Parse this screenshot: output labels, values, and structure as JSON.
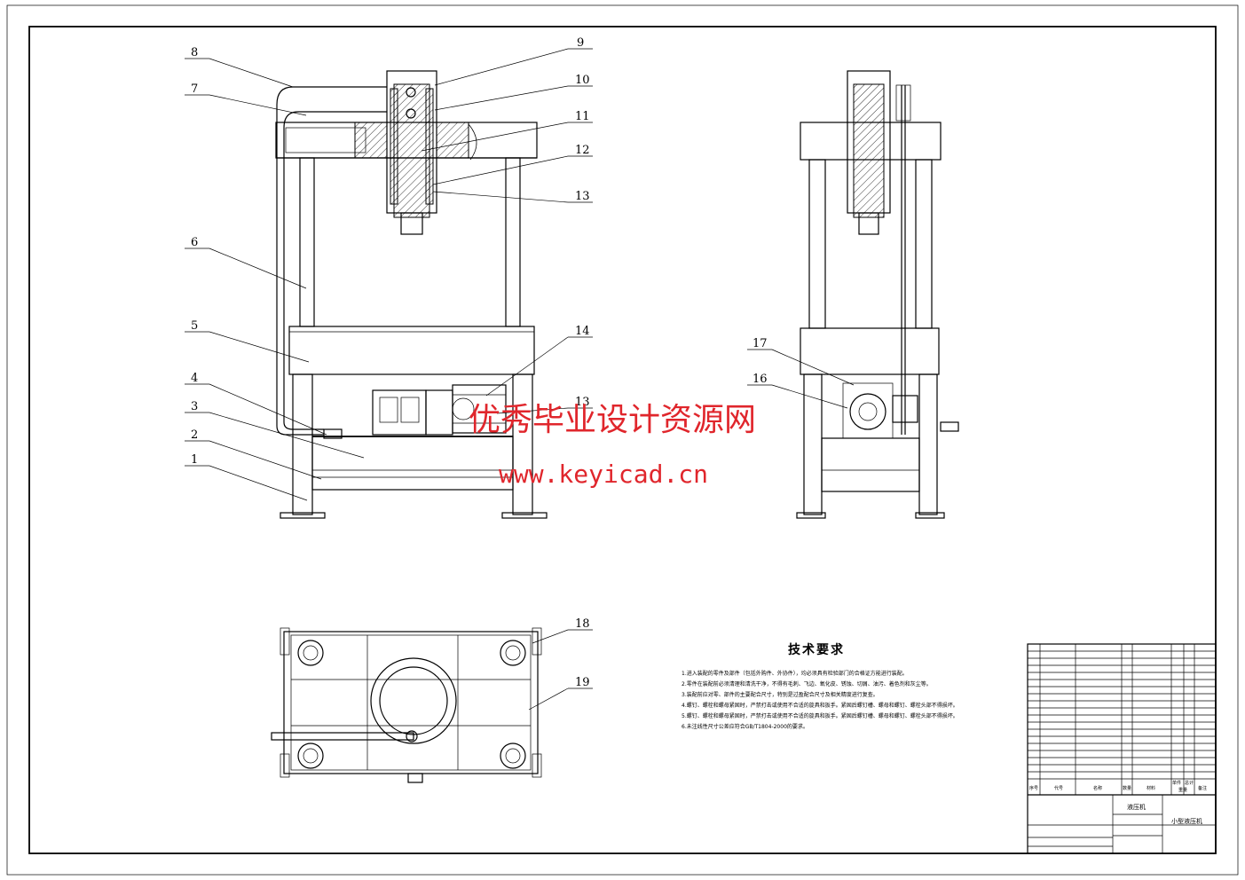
{
  "drawing": {
    "part_labels": [
      "1",
      "2",
      "3",
      "4",
      "5",
      "6",
      "7",
      "8",
      "9",
      "10",
      "11",
      "12",
      "13",
      "14",
      "13",
      "17",
      "16",
      "18",
      "19"
    ]
  },
  "tech_requirements": {
    "title": "技术要求",
    "lines": [
      "1.进入装配的零件及部件（包括外购件、外协件），均必须具有检验部门的合格证方能进行装配。",
      "2.零件在装配前必须清理和清洗干净，不得有毛刺、飞边、氧化皮、锈蚀、切屑、油污、着色剂和灰尘等。",
      "3.装配前应对零、部件的主要配合尺寸，特别是过盈配合尺寸及相关精度进行复查。",
      "4.螺钉、螺栓和螺母紧固时，严禁打击或使用不合适的旋具和扳手。紧固后螺钉槽、螺母和螺钉、螺栓头部不得损坏。",
      "5.螺钉、螺栓和螺母紧固时，严禁打击或使用不合适的旋具和扳手。紧固后螺钉槽、螺母和螺钉、螺栓头部不得损坏。",
      "6.未注线性尺寸公差应符合GB/T1804-2000的要求。"
    ]
  },
  "title_block": {
    "drawing_name": "液压机",
    "drawing_number": "小型液压机",
    "column_headers": [
      "序号",
      "代号",
      "名称",
      "数量",
      "材料",
      "单件",
      "总计",
      "重量",
      "备注"
    ]
  },
  "watermark": {
    "text_cn": "优秀毕业设计资源网",
    "url": "www.keyicad.cn",
    "color": "#e0262c"
  }
}
